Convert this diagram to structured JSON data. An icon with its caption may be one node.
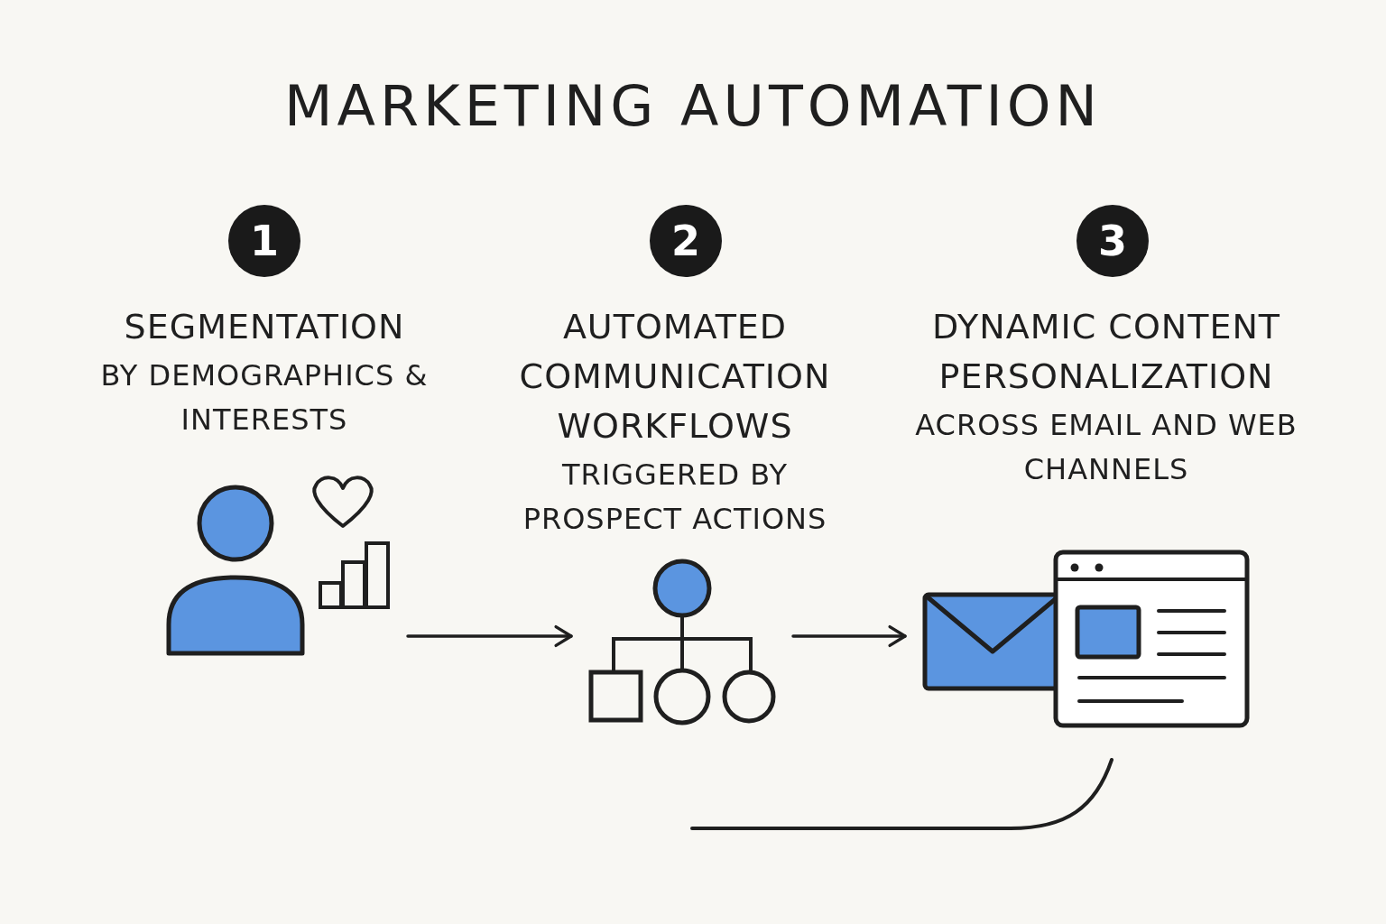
{
  "diagram": {
    "title": "MARKETING AUTOMATION",
    "nodes": [
      {
        "text": [
          "1"
        ],
        "beside": [
          "SEGMENTATION",
          "BY DEMOGRAPHICS & INTERESTS"
        ]
      },
      {
        "text": [
          "2"
        ],
        "beside": [
          "AUTOMATED COMMUNICATION WORKFLOWS",
          "TRIGGERED BY PROSPECT ACTIONS"
        ]
      },
      {
        "text": [
          "3"
        ],
        "beside": [
          "DYNAMIC CONTENT PERSONALIZATION",
          "ACROSS EMAIL AND WEB CHANNELS"
        ]
      },
      {
        "text": [],
        "shape": "person"
      },
      {
        "text": [],
        "shape": "hierarchy"
      },
      {
        "text": [],
        "shape": "window"
      }
    ],
    "edges": [
      {
        "from": 3,
        "to": 4,
        "arrow": "to"
      },
      {
        "from": 4,
        "to": 5,
        "arrow": "to"
      }
    ]
  }
}
